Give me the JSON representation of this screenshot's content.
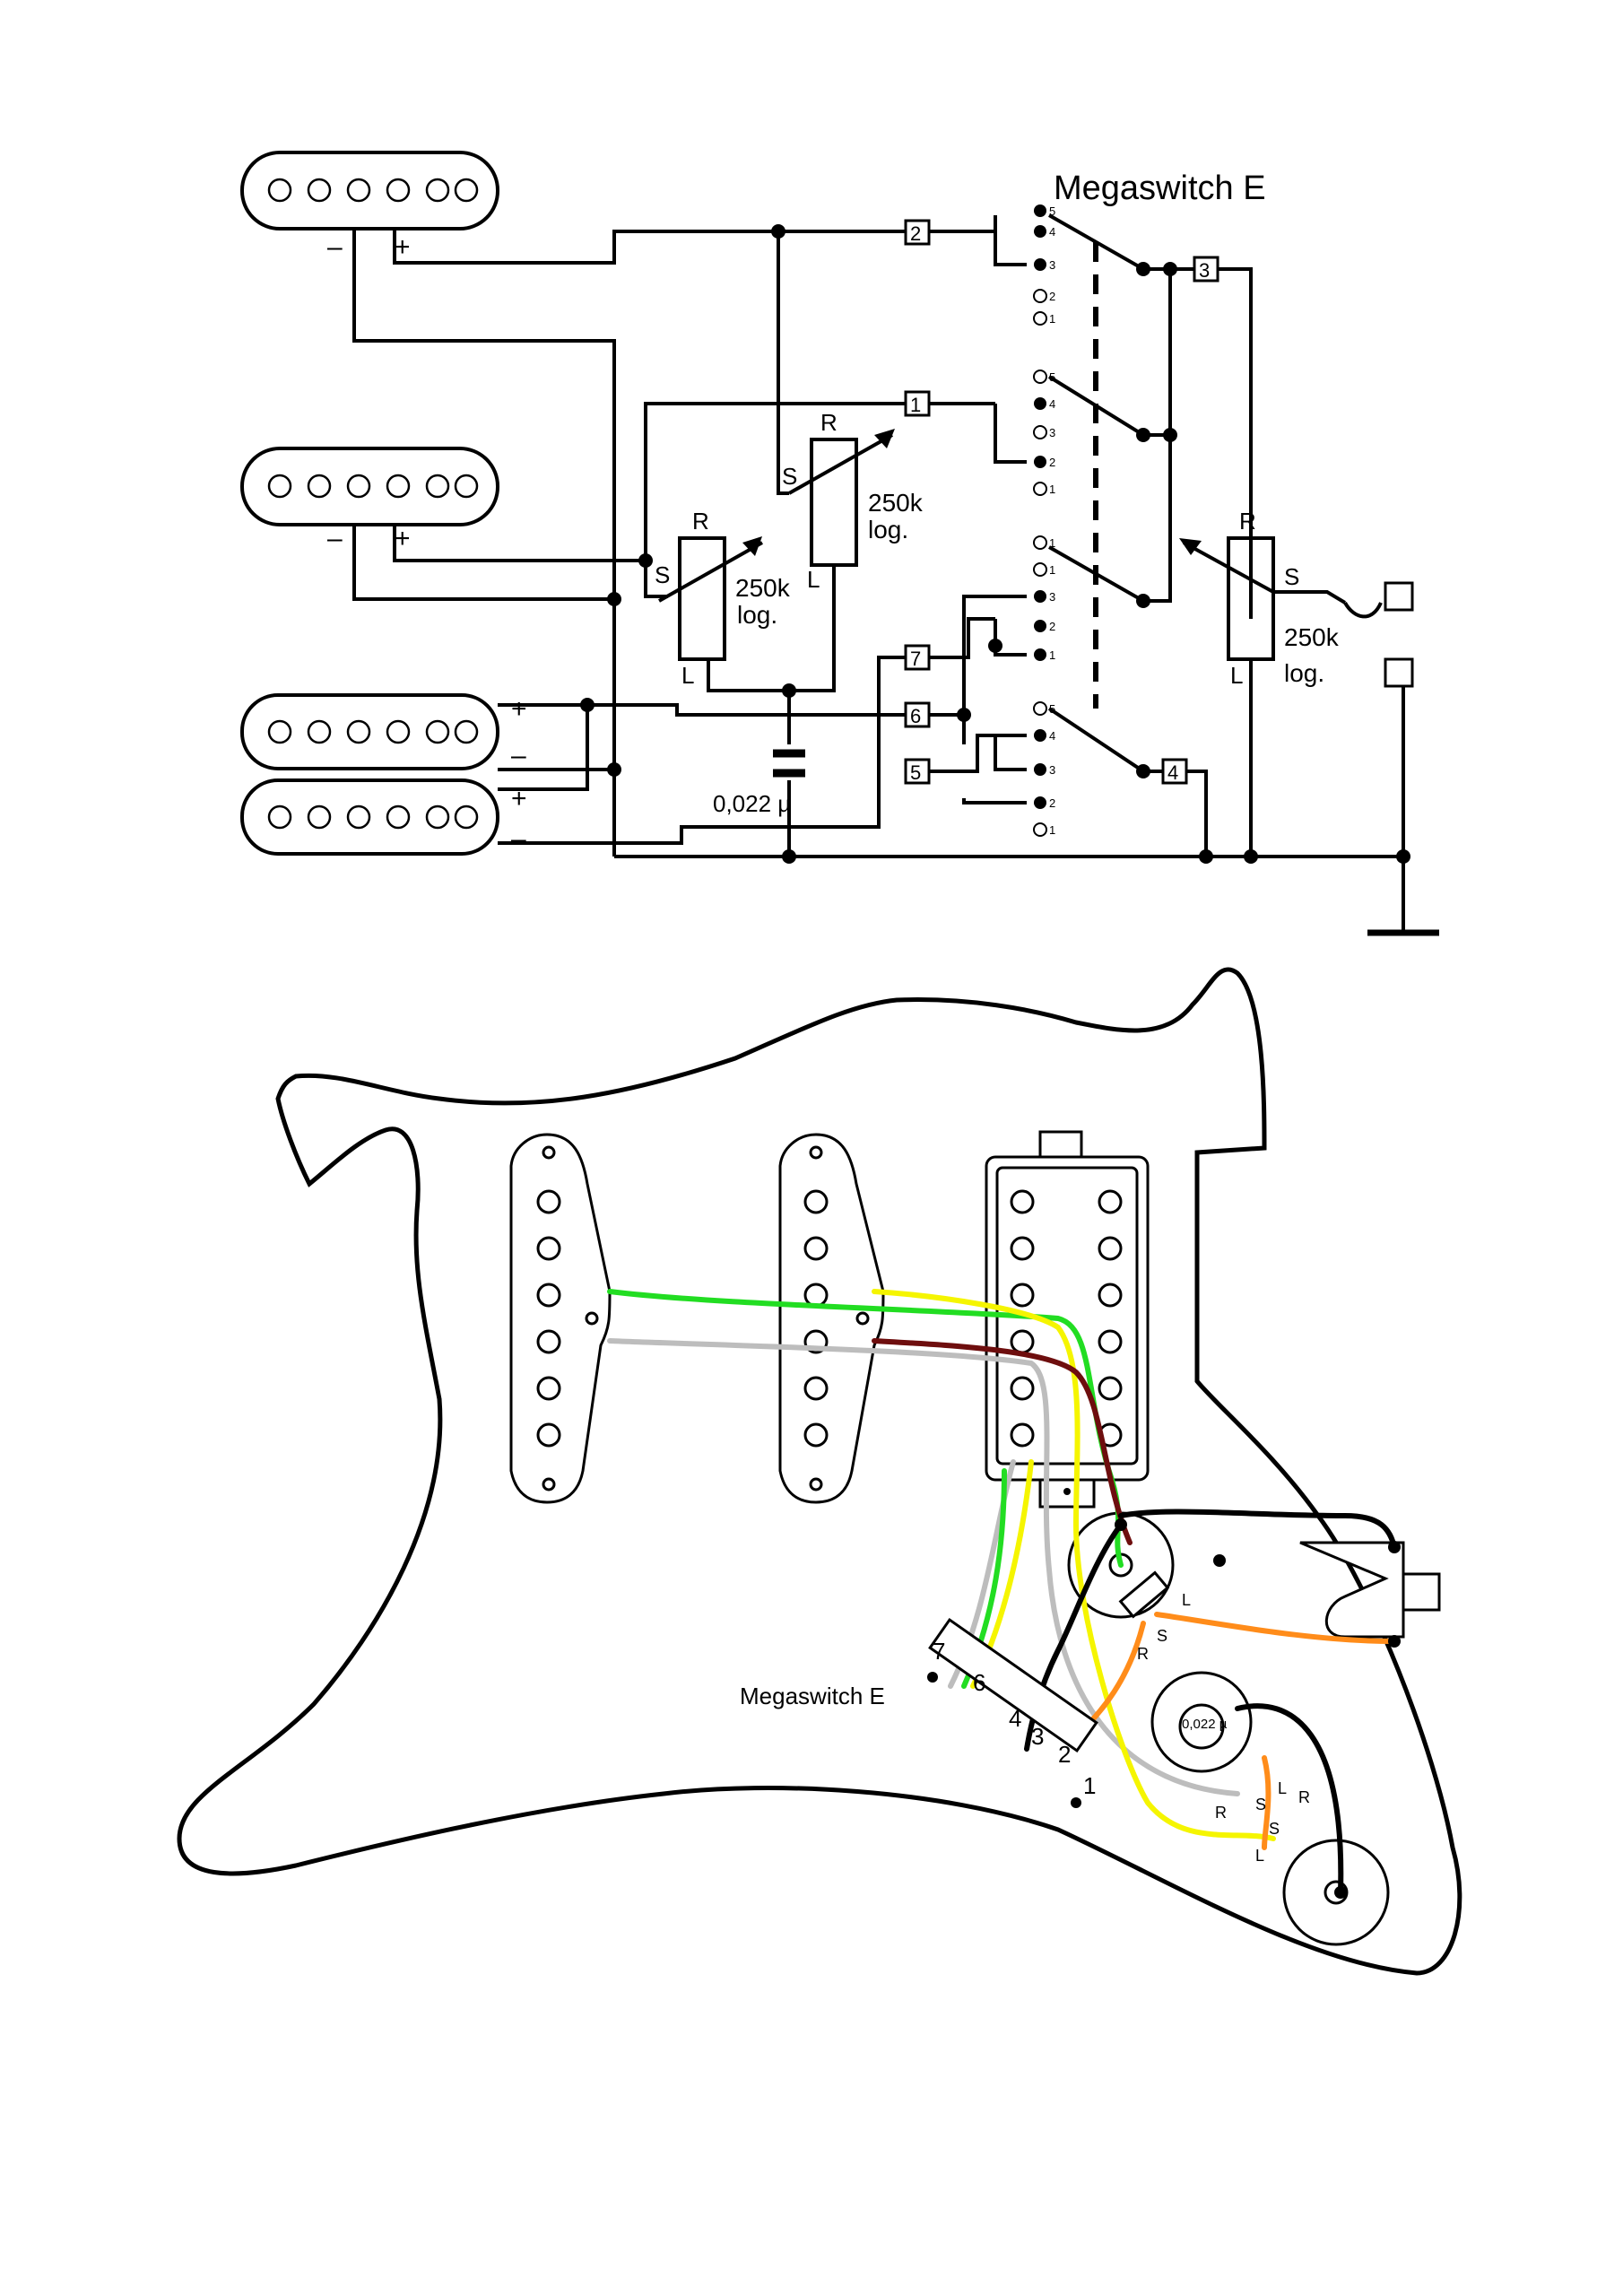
{
  "schematic": {
    "title": "Megaswitch E",
    "polarity": {
      "minus": "–",
      "plus": "+"
    },
    "pot_labels": {
      "r": "R",
      "s": "S",
      "l": "L"
    },
    "pots": [
      {
        "value": "250k",
        "taper": "log."
      },
      {
        "value": "250k",
        "taper": "log."
      },
      {
        "value": "250k",
        "taper": "log."
      }
    ],
    "capacitor": "0,022 µ",
    "terminals": [
      "1",
      "2",
      "3",
      "4",
      "5",
      "6",
      "7"
    ],
    "contact_numbers": [
      "5",
      "4",
      "3",
      "2",
      "1"
    ]
  },
  "wiring": {
    "switch_label": "Megaswitch E",
    "lug_numbers": [
      "7",
      "6",
      "4",
      "3",
      "2",
      "1"
    ],
    "capacitor": "0,022\nµ",
    "pot_labels": {
      "l": "L",
      "s": "S",
      "r": "R"
    }
  },
  "wire_colors": {
    "green": "#22dd22",
    "yellow": "#f5f500",
    "gray": "#bdbdbd",
    "brown": "#6e0e0e",
    "orange": "#ff8c1a",
    "black": "#000000"
  }
}
